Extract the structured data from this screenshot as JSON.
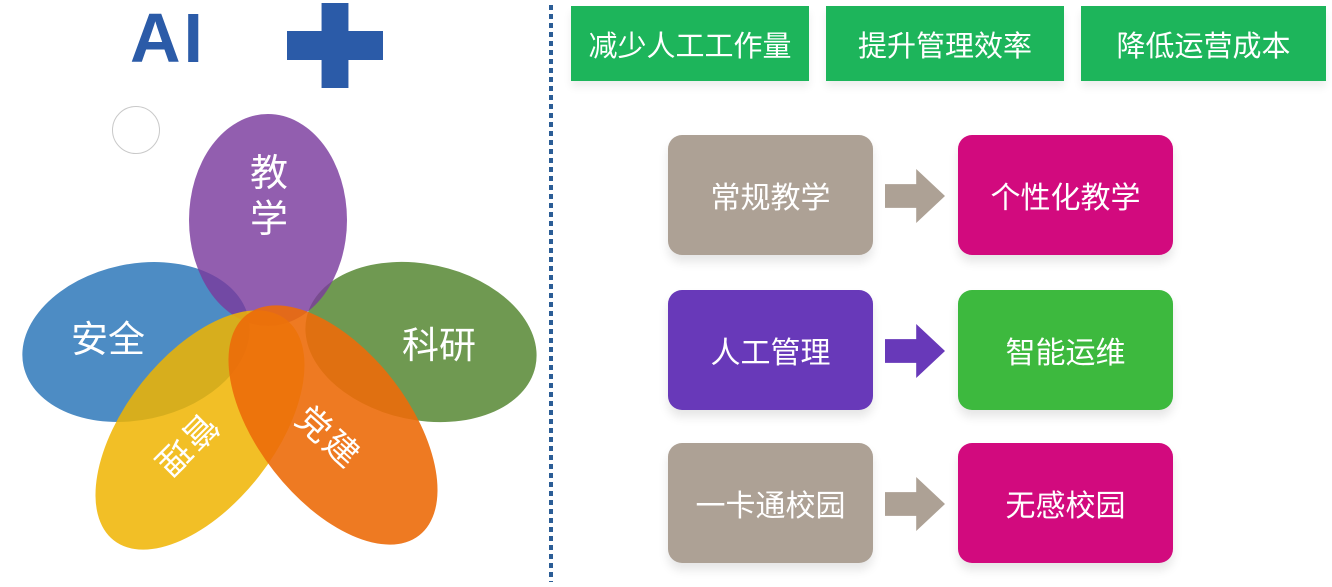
{
  "header": {
    "ai_label": "AI",
    "plus_icon": "plus"
  },
  "colors": {
    "brand_blue": "#2b5ba8",
    "separator_blue": "#2b5d96",
    "benefit_green": "#1db55b",
    "tan": "#ada195",
    "magenta": "#d20a7e",
    "violet": "#6839b9",
    "green": "#3db93e"
  },
  "flower": {
    "petals": [
      {
        "id": "teaching",
        "label": "教学",
        "color": "#7a3a9e"
      },
      {
        "id": "safety",
        "label": "安全",
        "color": "#4d8cc4"
      },
      {
        "id": "research",
        "label": "科研",
        "color": "#6f9951"
      },
      {
        "id": "management",
        "label": "管理",
        "color": "#f0b400"
      },
      {
        "id": "party",
        "label": "党建",
        "color": "#ec6b0a"
      }
    ]
  },
  "benefits": {
    "items": [
      {
        "label": "减少人工工作量"
      },
      {
        "label": "提升管理效率"
      },
      {
        "label": "降低运营成本"
      }
    ]
  },
  "transformations": {
    "rows": [
      {
        "from": "常规教学",
        "to": "个性化教学",
        "from_color": "#ada195",
        "to_color": "#d20a7e",
        "arrow_color": "#ada195"
      },
      {
        "from": "人工管理",
        "to": "智能运维",
        "from_color": "#6839b9",
        "to_color": "#3db93e",
        "arrow_color": "#6839b9"
      },
      {
        "from": "一卡通校园",
        "to": "无感校园",
        "from_color": "#ada195",
        "to_color": "#d20a7e",
        "arrow_color": "#ada195"
      }
    ]
  }
}
